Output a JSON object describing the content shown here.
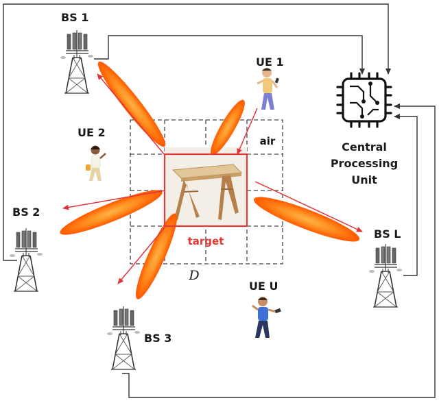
{
  "stations": [
    {
      "id": "bs1",
      "label": "BS 1"
    },
    {
      "id": "bs2",
      "label": "BS 2"
    },
    {
      "id": "bs3",
      "label": "BS 3"
    },
    {
      "id": "bsl",
      "label": "BS L"
    }
  ],
  "users": [
    {
      "id": "ue1",
      "label": "UE 1"
    },
    {
      "id": "ue2",
      "label": "UE 2"
    },
    {
      "id": "ueu",
      "label": "UE U"
    }
  ],
  "processor": {
    "lines": [
      "Central",
      "Processing",
      "Unit"
    ]
  },
  "domain": {
    "label": "D",
    "target_label": "target",
    "air_label": "air"
  },
  "colors": {
    "beam": "#ff7a1a",
    "beam_edge": "#ff4a00",
    "arrow": "#e0343a",
    "target_box": "#e53935",
    "grid": "#444444",
    "wire": "#333333"
  }
}
